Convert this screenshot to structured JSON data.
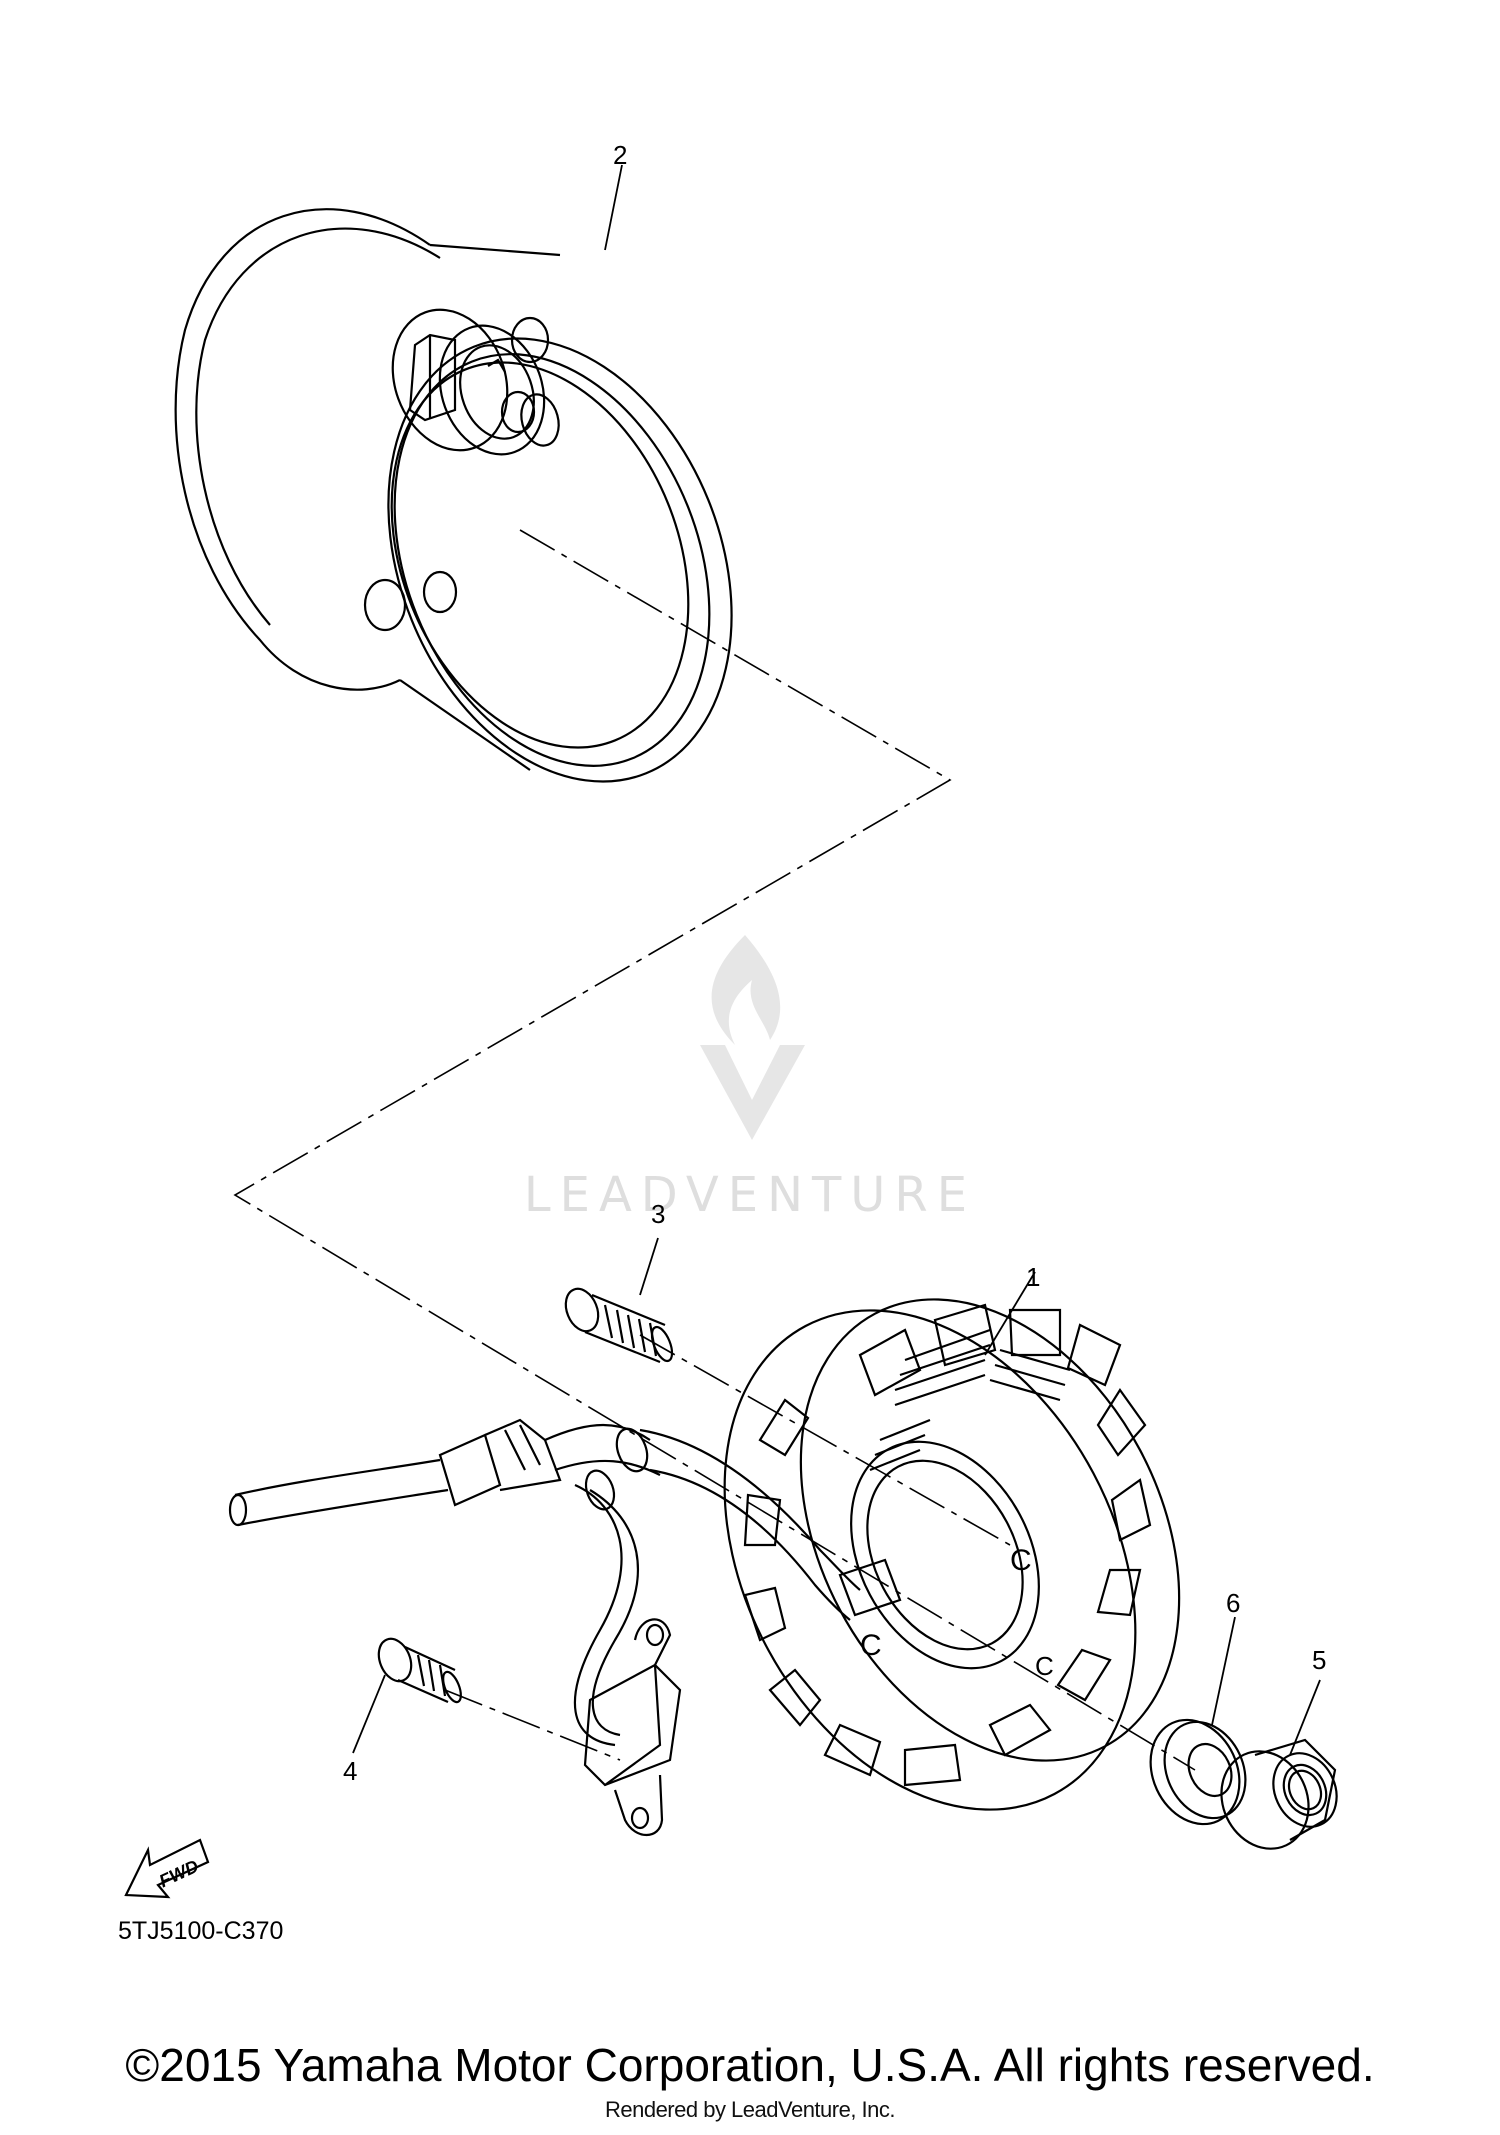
{
  "diagram": {
    "callouts": [
      {
        "id": "2",
        "label": "2"
      },
      {
        "id": "3",
        "label": "3"
      },
      {
        "id": "1",
        "label": "1"
      },
      {
        "id": "6",
        "label": "6"
      },
      {
        "id": "5",
        "label": "5"
      },
      {
        "id": "4",
        "label": "4"
      }
    ],
    "fwd_label": "FWD",
    "figure_code": "5TJ5100-C370"
  },
  "watermark": {
    "text": "LEADVENTURE"
  },
  "footer": {
    "copyright": "©2015 Yamaha Motor Corporation, U.S.A. All rights reserved.",
    "rendered_by": "Rendered by LeadVenture, Inc."
  }
}
